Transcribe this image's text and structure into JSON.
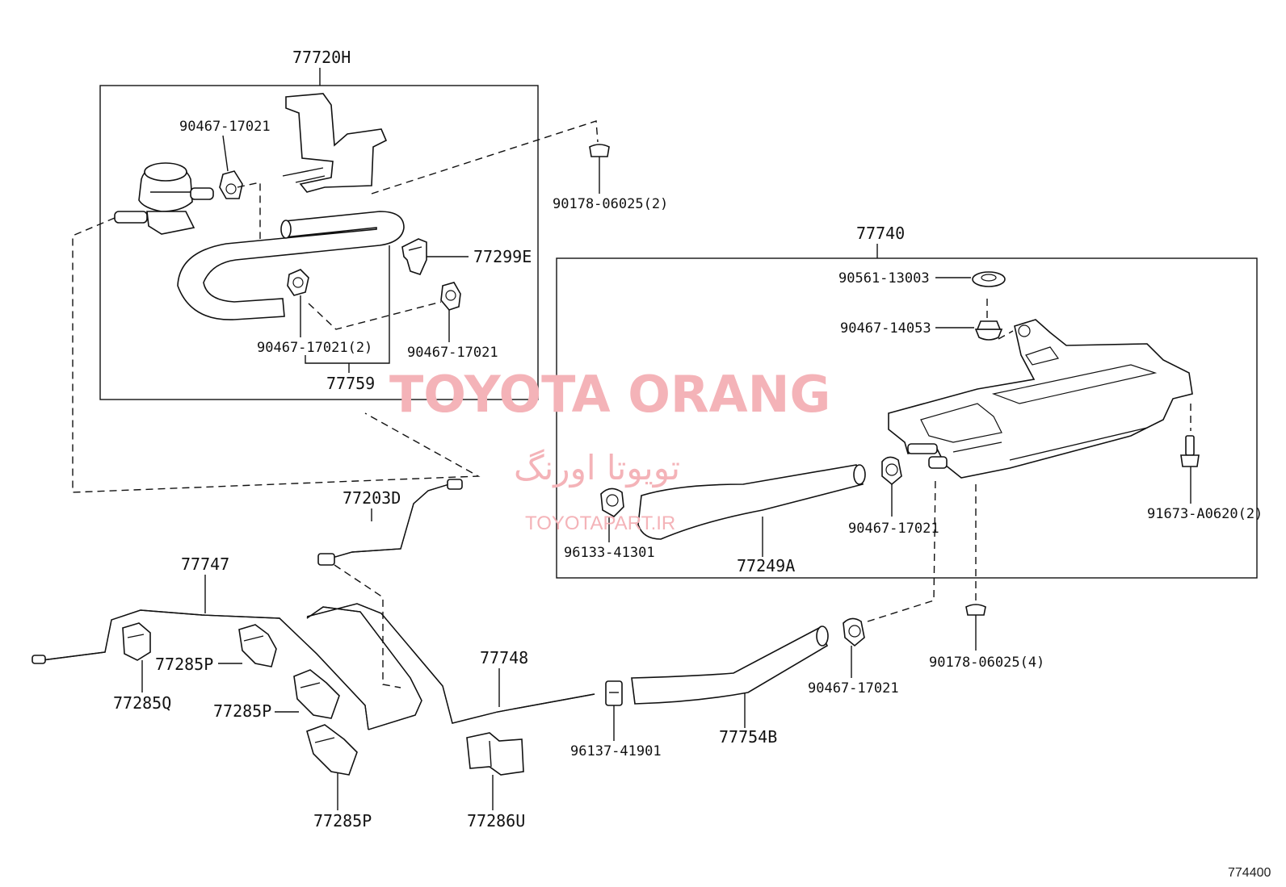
{
  "labels": {
    "grp_77720H": "77720H",
    "p_90467_17021_a": "90467-17021",
    "p_90178_06025_2": "90178-06025(2)",
    "p_77299E": "77299E",
    "p_90467_17021_2": "90467-17021(2)",
    "p_90467_17021_b": "90467-17021",
    "p_77759": "77759",
    "grp_77740": "77740",
    "p_90561_13003": "90561-13003",
    "p_90467_14053": "90467-14053",
    "p_90467_17021_c": "90467-17021",
    "p_91673_A0620_2": "91673-A0620(2)",
    "p_96133_41301": "96133-41301",
    "p_77249A": "77249A",
    "p_77203D": "77203D",
    "p_77747": "77747",
    "p_77285P_a": "77285P",
    "p_77285Q": "77285Q",
    "p_77285P_b": "77285P",
    "p_77285P_c": "77285P",
    "p_77748": "77748",
    "p_77286U": "77286U",
    "p_96137_41901": "96137-41901",
    "p_77754B": "77754B",
    "p_90467_17021_d": "90467-17021",
    "p_90178_06025_4": "90178-06025(4)"
  },
  "watermark": {
    "title": "TOYOTA ORANG",
    "persian": "تویوتا اورنگ",
    "site": "TOYOTAPART.IR"
  },
  "figure_code": "774400",
  "colors": {
    "line": "#111111",
    "watermark": "#f4b3b8"
  }
}
